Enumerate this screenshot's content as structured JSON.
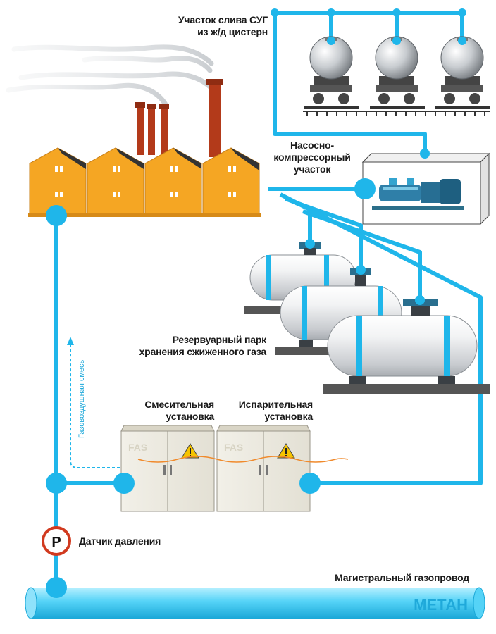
{
  "labels": {
    "lpg_unloading": [
      "Участок слива СУГ",
      "из ж/д цистерн"
    ],
    "pump_compressor": [
      "Насосно-",
      "компрессорный",
      "участок"
    ],
    "tank_farm": [
      "Резервуарный парк",
      "хранения сжиженного газа"
    ],
    "mixing_unit": [
      "Смесительная",
      "установка"
    ],
    "evaporator_unit": [
      "Испарительная",
      "установка"
    ],
    "pressure_sensor": "Датчик давления",
    "main_pipeline": "Магистральный газопровод",
    "methane": "МЕТАН",
    "air_gas_mixture": "Газовоздушная смесь",
    "pressure_symbol": "P",
    "cabinet_brand": "FAS"
  },
  "colors": {
    "pipe": "#1fb6ea",
    "pipe_light": "#8fe2fb",
    "factory_wall": "#f5a623",
    "factory_roof": "#333333",
    "chimney": "#b33a1a",
    "tank_body": "#e6e8ea",
    "sensor_ring": "#d13a1f",
    "methane_text": "#1fa9da"
  },
  "icons": {
    "factory": "factory-icon",
    "rail_tank": "rail-tank-car-icon",
    "pump": "pump-icon",
    "storage_tank": "storage-tank-icon",
    "cabinet": "control-cabinet-icon",
    "warning": "warning-icon",
    "pressure": "pressure-sensor-icon"
  }
}
